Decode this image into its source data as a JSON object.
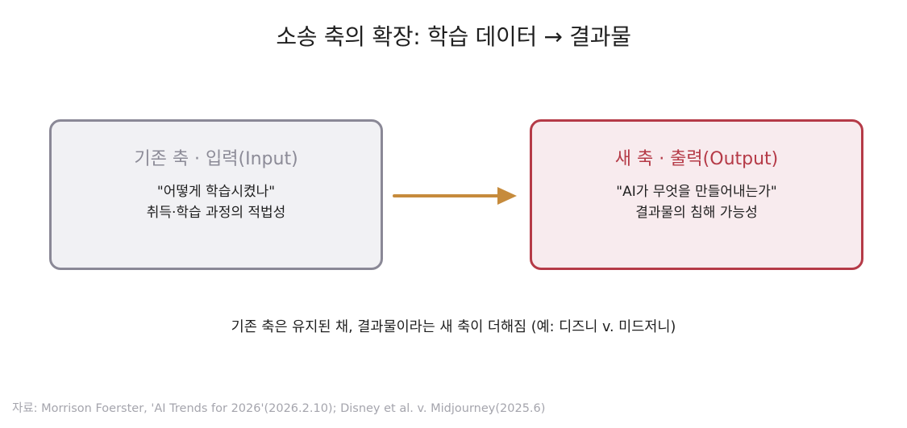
{
  "title": "소송 축의 확장: 학습 데이터 → 결과물",
  "boxes": {
    "left": {
      "title": "기존 축 · 입력(Input)",
      "line1": "\"어떻게 학습시켰나\"",
      "line2": "취득·학습 과정의 적법성"
    },
    "right": {
      "title": "새 축 · 출력(Output)",
      "line1": "\"AI가 무엇을 만들어내는가\"",
      "line2": "결과물의 침해 가능성"
    }
  },
  "note": "기존 축은 유지된 채, 결과물이라는 새 축이 더해짐 (예: 디즈니 v. 미드저니)",
  "source": "자료: Morrison Foerster, 'AI Trends for 2026'(2026.2.10); Disney et al. v. Midjourney(2025.6)",
  "colors": {
    "input_border": "#8a8896",
    "input_fill": "#f1f1f4",
    "output_border": "#b53a47",
    "output_fill": "#f8ebee",
    "arrow": "#c68b3c"
  }
}
